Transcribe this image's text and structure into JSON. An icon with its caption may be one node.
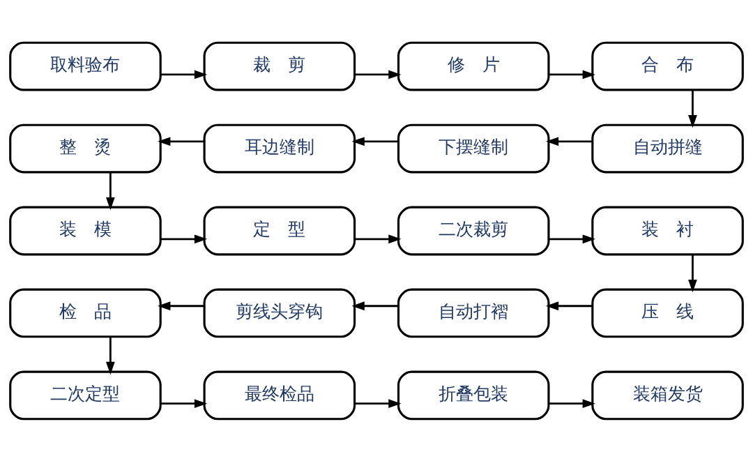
{
  "diagram": {
    "nodes": [
      {
        "text": [
          "取料验布"
        ]
      },
      {
        "text": [
          "裁　剪"
        ]
      },
      {
        "text": [
          "修　片"
        ]
      },
      {
        "text": [
          "合　布"
        ]
      },
      {
        "text": [
          "自动拼缝"
        ]
      },
      {
        "text": [
          "下摆缝制"
        ]
      },
      {
        "text": [
          "耳边缝制"
        ]
      },
      {
        "text": [
          "整　烫"
        ]
      },
      {
        "text": [
          "装　模"
        ]
      },
      {
        "text": [
          "定　型"
        ]
      },
      {
        "text": [
          "二次裁剪"
        ]
      },
      {
        "text": [
          "装　衬"
        ]
      },
      {
        "text": [
          "压　线"
        ]
      },
      {
        "text": [
          "自动打褶"
        ]
      },
      {
        "text": [
          "剪线头穿钩"
        ]
      },
      {
        "text": [
          "检　品"
        ]
      },
      {
        "text": [
          "二次定型"
        ]
      },
      {
        "text": [
          "最终检品"
        ]
      },
      {
        "text": [
          "折叠包装"
        ]
      },
      {
        "text": [
          "装箱发货"
        ]
      }
    ],
    "edges": [
      {
        "from": 0,
        "to": 1,
        "arrow": "to"
      },
      {
        "from": 1,
        "to": 2,
        "arrow": "to"
      },
      {
        "from": 2,
        "to": 3,
        "arrow": "to"
      },
      {
        "from": 3,
        "to": 4,
        "arrow": "to"
      },
      {
        "from": 4,
        "to": 5,
        "arrow": "to"
      },
      {
        "from": 5,
        "to": 6,
        "arrow": "to"
      },
      {
        "from": 6,
        "to": 7,
        "arrow": "to"
      },
      {
        "from": 7,
        "to": 8,
        "arrow": "to"
      },
      {
        "from": 8,
        "to": 9,
        "arrow": "to"
      },
      {
        "from": 9,
        "to": 10,
        "arrow": "to"
      },
      {
        "from": 10,
        "to": 11,
        "arrow": "to"
      },
      {
        "from": 11,
        "to": 12,
        "arrow": "to"
      },
      {
        "from": 12,
        "to": 13,
        "arrow": "to"
      },
      {
        "from": 13,
        "to": 14,
        "arrow": "to"
      },
      {
        "from": 14,
        "to": 15,
        "arrow": "to"
      },
      {
        "from": 15,
        "to": 16,
        "arrow": "to"
      },
      {
        "from": 16,
        "to": 17,
        "arrow": "to"
      },
      {
        "from": 17,
        "to": 18,
        "arrow": "to"
      },
      {
        "from": 18,
        "to": 19,
        "arrow": "to"
      }
    ]
  }
}
